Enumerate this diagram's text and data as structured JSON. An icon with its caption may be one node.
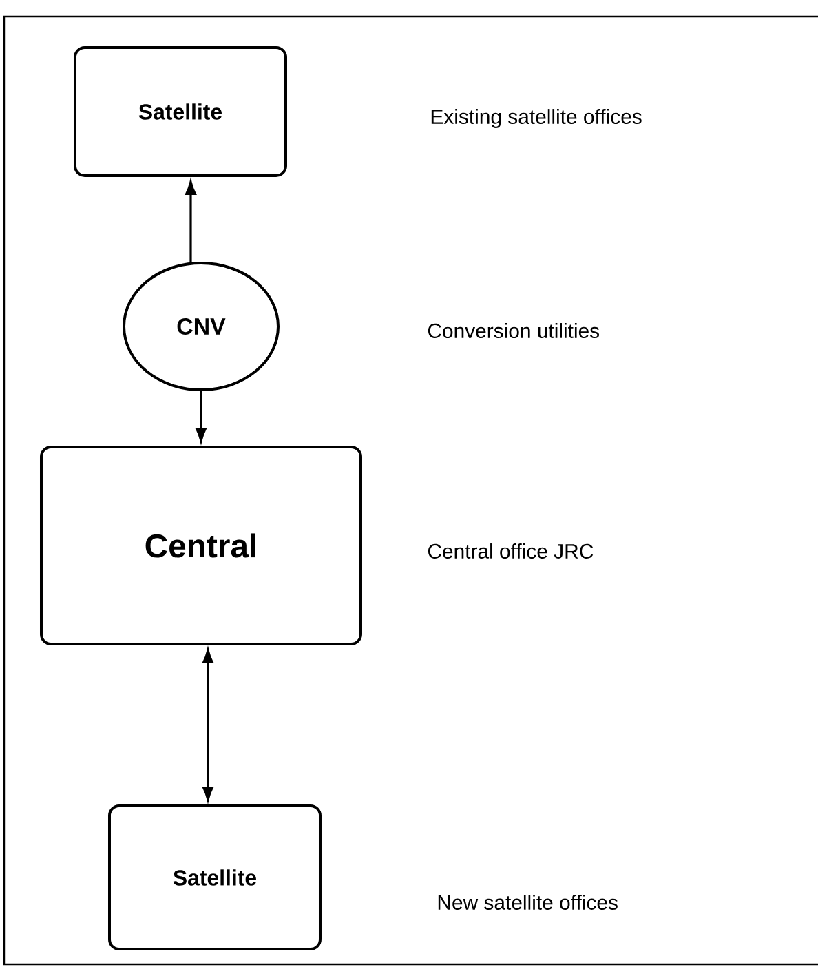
{
  "diagram": {
    "nodes": [
      {
        "text": [
          "Satellite"
        ]
      },
      {
        "text": [
          "CNV"
        ]
      },
      {
        "text": [
          "Central"
        ]
      },
      {
        "text": [
          "Satellite"
        ]
      }
    ],
    "edges": [
      {
        "from": 1,
        "to": 0,
        "arrow": "to"
      },
      {
        "from": 1,
        "to": 2,
        "arrow": "to"
      },
      {
        "from": 2,
        "to": 3,
        "arrow": "both"
      }
    ],
    "labels": [
      "Existing satellite offices",
      "Conversion utilities",
      "Central office JRC",
      "New satellite offices"
    ]
  }
}
